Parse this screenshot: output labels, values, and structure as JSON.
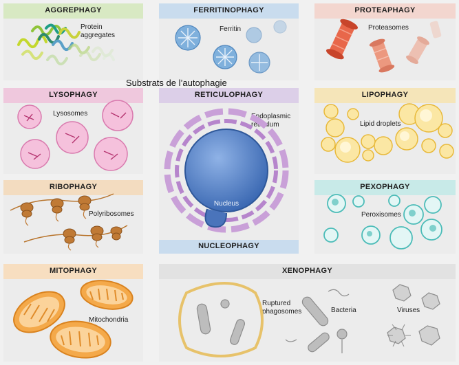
{
  "overlay_title": "Substrats de l’autophagie",
  "panels": {
    "aggrephagy": {
      "title": "AGGREPHAGY",
      "label": "Protein\naggregates"
    },
    "ferritinophagy": {
      "title": "FERRITINOPHAGY",
      "label": "Ferritin"
    },
    "proteaphagy": {
      "title": "PROTEAPHAGY",
      "label": "Proteasomes"
    },
    "lysophagy": {
      "title": "LYSOPHAGY",
      "label": "Lysosomes"
    },
    "reticulophagy": {
      "title": "RETICULOPHAGY",
      "label": "Endoplasmic\nreticulum",
      "nucleus_label": "Nucleus",
      "bottom_title": "NUCLEOPHAGY"
    },
    "lipophagy": {
      "title": "LIPOPHAGY",
      "label": "Lipid droplets"
    },
    "ribophagy": {
      "title": "RIBOPHAGY",
      "label": "Polyribosomes"
    },
    "pexophagy": {
      "title": "PEXOPHAGY",
      "label": "Peroxisomes"
    },
    "mitophagy": {
      "title": "MITOPHAGY",
      "label": "Mitochondria"
    },
    "xenophagy": {
      "title": "XENOPHAGY",
      "labels": {
        "phagosomes": "Ruptured\nphagosomes",
        "bacteria": "Bacteria",
        "viruses": "Viruses"
      }
    }
  },
  "colors": {
    "aggrephagy": "#d8e9c3",
    "ferritinophagy": "#c9dcee",
    "proteaphagy": "#f3d6cf",
    "lysophagy": "#efc8dd",
    "reticulophagy": "#dccfe8",
    "lipophagy": "#f5e5b9",
    "ribophagy": "#f3dcc0",
    "pexophagy": "#c8eae8",
    "mitophagy": "#f7dec0",
    "xenophagy": "#e2e2e2"
  }
}
